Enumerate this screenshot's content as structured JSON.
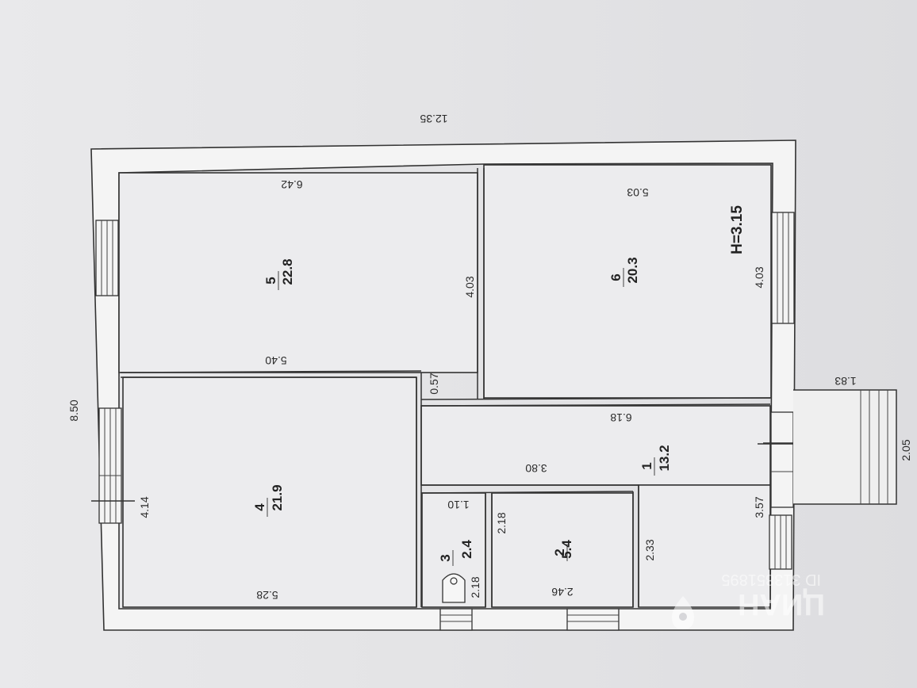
{
  "overall": {
    "length": "12.35",
    "width": "8.50"
  },
  "height_note": "H=3.15",
  "rooms": [
    {
      "number": "1",
      "area": "13.2",
      "dims": [
        "6.18",
        "3.80",
        "3.57",
        "2.33"
      ]
    },
    {
      "number": "2",
      "area": "5.4",
      "dims": [
        "2.18",
        "2.46"
      ]
    },
    {
      "number": "3",
      "area": "2.4",
      "dims": [
        "1.10",
        "2.18"
      ]
    },
    {
      "number": "4",
      "area": "21.9",
      "dims": [
        "5.28",
        "4.14"
      ]
    },
    {
      "number": "5",
      "area": "22.8",
      "dims": [
        "6.42",
        "5.40",
        "4.03"
      ]
    },
    {
      "number": "6",
      "area": "20.3",
      "dims": [
        "5.03",
        "4.03"
      ]
    }
  ],
  "corridor_gap": "0.57",
  "porch": {
    "dims": [
      "1.83",
      "2.05"
    ]
  },
  "watermark": {
    "brand": "ЦИАН",
    "id": "ID 313851895"
  },
  "colors": {
    "paper": "#e8e8ea",
    "ink": "#333333",
    "watermark": "#ffffff"
  }
}
